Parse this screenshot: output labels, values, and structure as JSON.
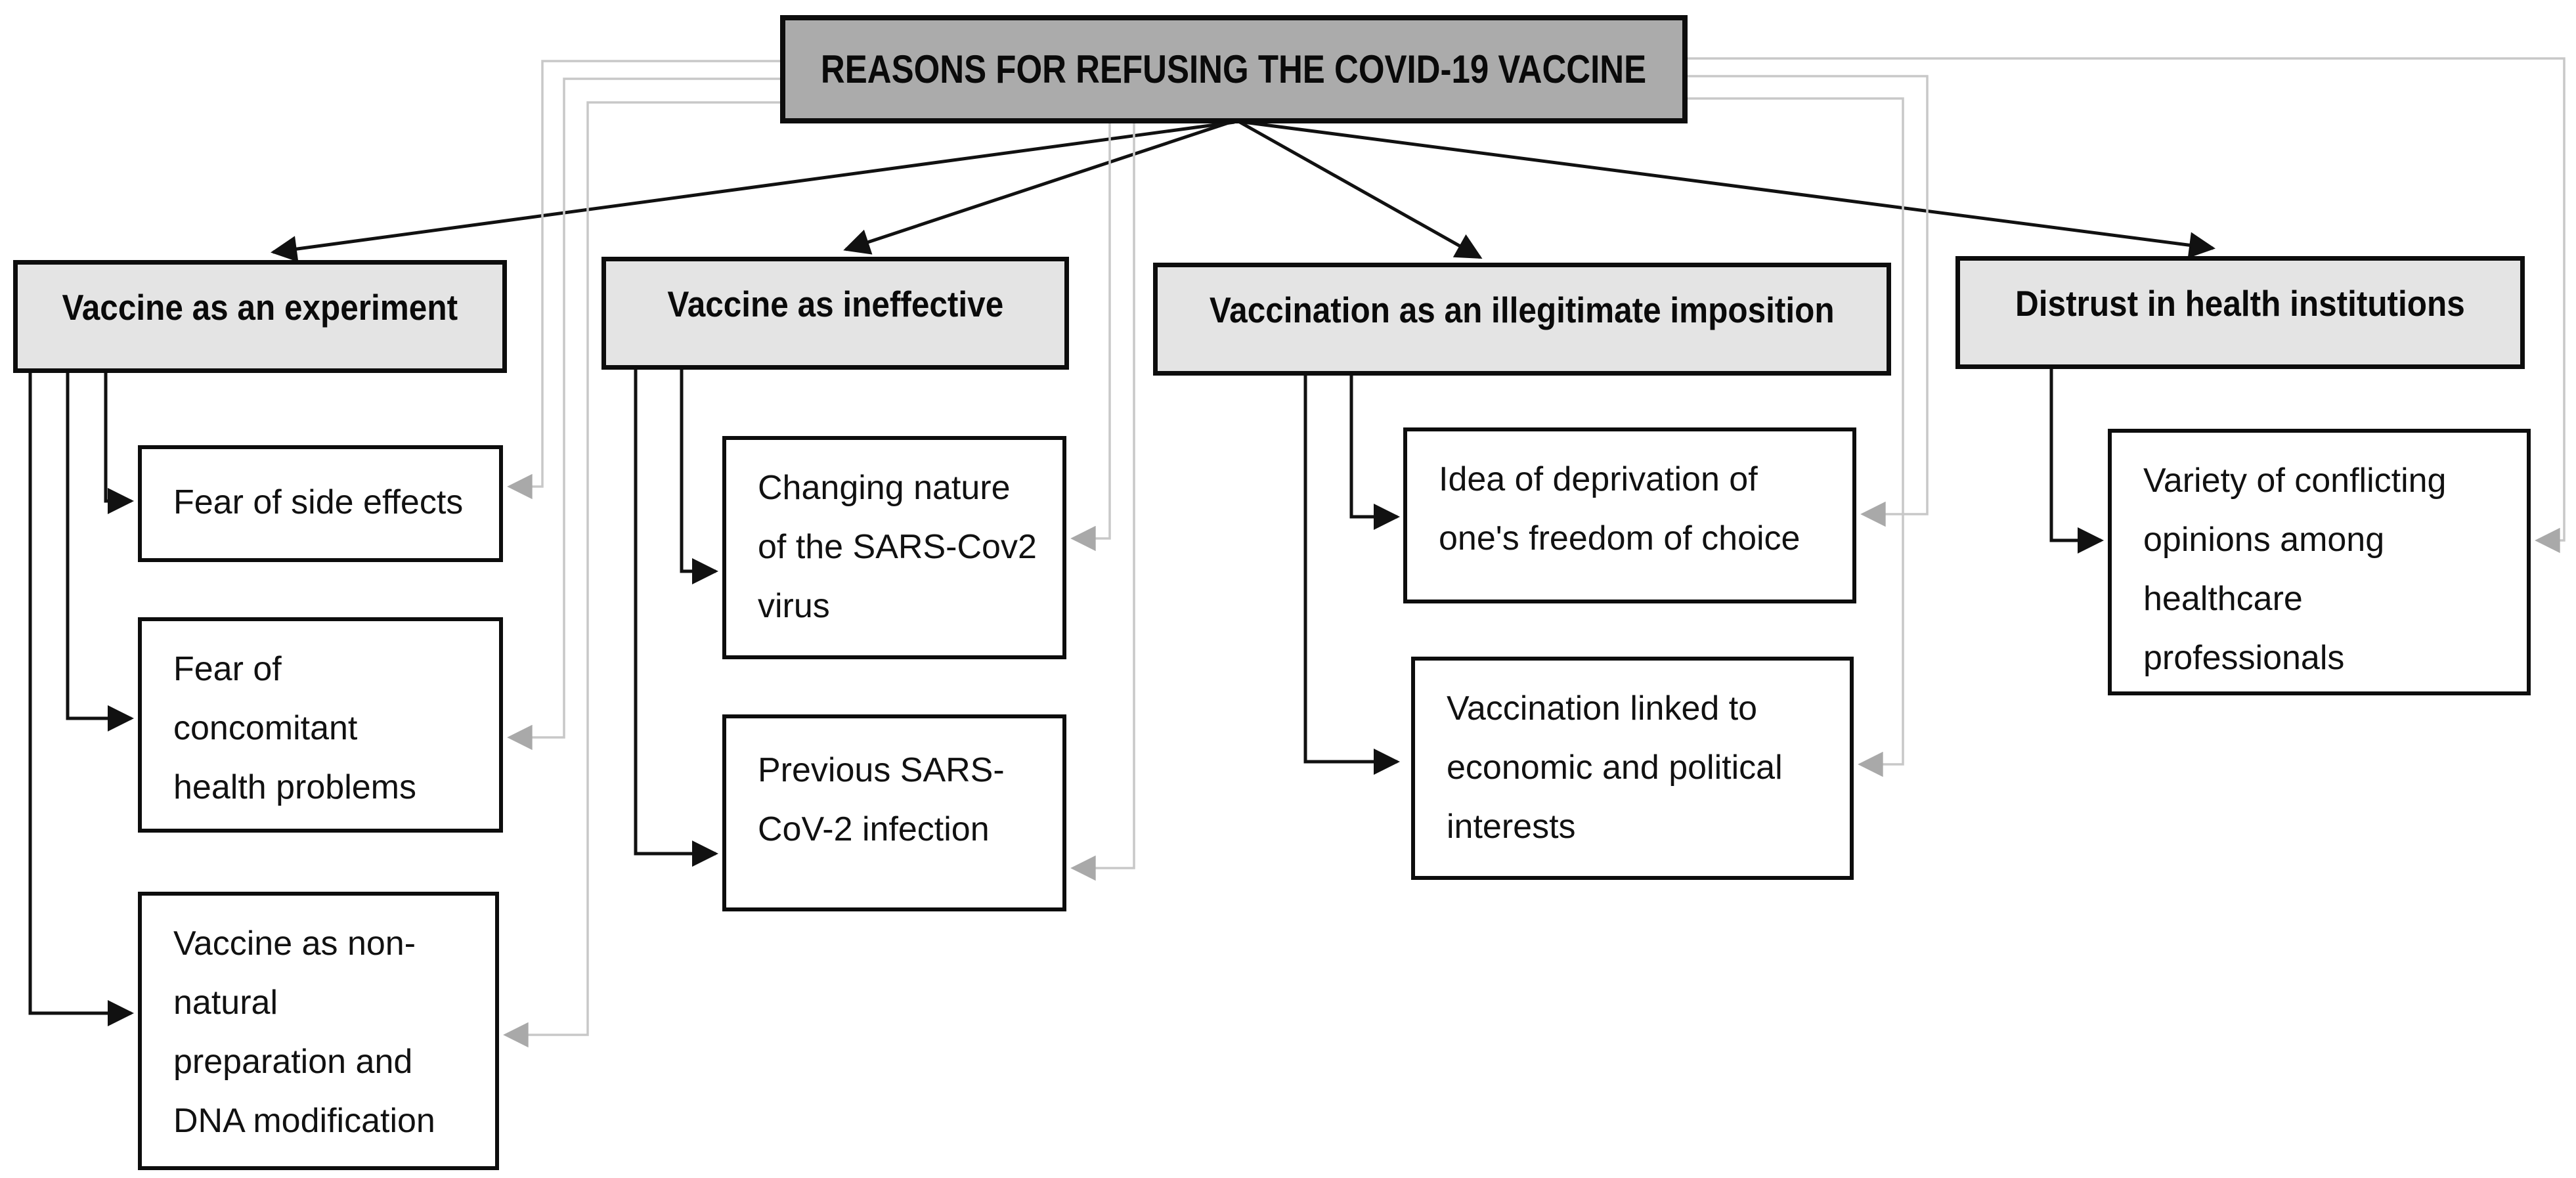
{
  "diagram": {
    "title": "REASONS FOR REFUSING THE COVID-19 VACCINE",
    "colors": {
      "title_fill": "#ababab",
      "category_fill": "#e4e4e4",
      "reason_fill": "#ffffff",
      "border_black": "#0d0d0d",
      "black_connector": "#111111",
      "gray_connector_line": "#c8c8c8",
      "gray_connector_arrowhead": "#a9a9a9"
    },
    "categories": [
      {
        "label": "Vaccine as an experiment",
        "reasons": [
          "Fear of side effects",
          "Fear of\nconcomitant\nhealth problems",
          "Vaccine as non-\nnatural\npreparation and\nDNA modification"
        ]
      },
      {
        "label": "Vaccine as ineffective",
        "reasons": [
          "Changing nature\nof the SARS-Cov2\nvirus",
          "Previous SARS-\nCoV-2 infection"
        ]
      },
      {
        "label": "Vaccination as an illegitimate imposition",
        "reasons": [
          "Idea of deprivation of\none's freedom of choice",
          "Vaccination linked to\neconomic and political\ninterests"
        ]
      },
      {
        "label": "Distrust in health institutions",
        "reasons": [
          "Variety of conflicting\nopinions among\nhealthcare\nprofessionals"
        ]
      }
    ]
  }
}
